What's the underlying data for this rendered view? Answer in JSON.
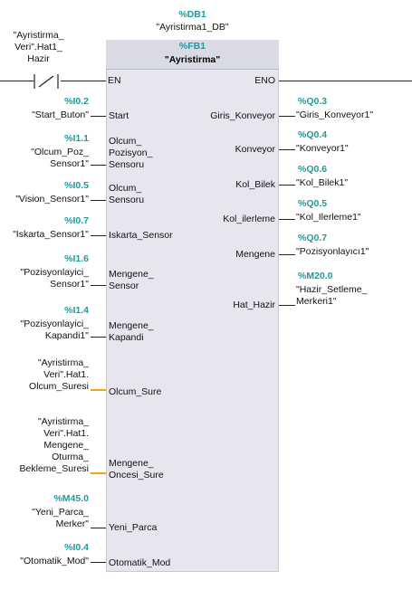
{
  "db": {
    "address": "%DB1",
    "name": "\"Ayristirma1_DB\""
  },
  "fb": {
    "address": "%FB1",
    "name": "\"Ayristirma\""
  },
  "contact": {
    "line1": "\"Ayristirma_",
    "line2": "Veri\".Hat1_",
    "line3": "Hazir"
  },
  "en_label": "EN",
  "eno_label": "ENO",
  "inputs": [
    {
      "address": "%I0.2",
      "tag1": "\"Start_Buton\"",
      "pin1": "Start"
    },
    {
      "address": "%I1.1",
      "tag1": "\"Olcum_Poz_",
      "tag2": "Sensor1\"",
      "pin1": "Olcum_",
      "pin2": "Pozisyon_",
      "pin3": "Sensoru"
    },
    {
      "address": "%I0.5",
      "tag1": "\"Vision_Sensor1\"",
      "pin1": "Olcum_",
      "pin2": "Sensoru"
    },
    {
      "address": "%I0.7",
      "tag1": "\"Iskarta_Sensor1\"",
      "pin1": "Iskarta_Sensor"
    },
    {
      "address": "%I1.6",
      "tag1": "\"Pozisyonlayici_",
      "tag2": "Sensor1\"",
      "pin1": "Mengene_",
      "pin2": "Sensor"
    },
    {
      "address": "%I1.4",
      "tag1": "\"Pozisyonlayici_",
      "tag2": "Kapandi1\"",
      "pin1": "Mengene_",
      "pin2": "Kapandi"
    },
    {
      "tag1": "\"Ayristirma_",
      "tag2": "Veri\".Hat1.",
      "tag3": "Olcum_Suresi",
      "pin1": "Olcum_Sure"
    },
    {
      "tag1": "\"Ayristirma_",
      "tag2": "Veri\".Hat1.",
      "tag3": "Mengene_",
      "tag4": "Oturma_",
      "tag5": "Bekleme_Suresi",
      "pin1": "Mengene_",
      "pin2": "Oncesi_Sure"
    },
    {
      "address": "%M45.0",
      "tag1": "\"Yeni_Parca_",
      "tag2": "Merker\"",
      "pin1": "Yeni_Parca"
    },
    {
      "address": "%I0.4",
      "tag1": "\"Otomatik_Mod\"",
      "pin1": "Otomatik_Mod"
    }
  ],
  "outputs": [
    {
      "address": "%Q0.3",
      "tag1": "\"Giris_Konveyor1\"",
      "pin1": "Giris_Konveyor"
    },
    {
      "address": "%Q0.4",
      "tag1": "\"Konveyor1\"",
      "pin1": "Konveyor"
    },
    {
      "address": "%Q0.6",
      "tag1": "\"Kol_Bilek1\"",
      "pin1": "Kol_Bilek"
    },
    {
      "address": "%Q0.5",
      "tag1": "\"Kol_Ilerleme1\"",
      "pin1": "Kol_ilerleme"
    },
    {
      "address": "%Q0.7",
      "tag1": "\"Pozisyonlayıcı1\"",
      "pin1": "Mengene"
    },
    {
      "address": "%M20.0",
      "tag1": "\"Hazir_Setleme_",
      "tag2": "Merkeri1\"",
      "pin1": "Hat_Hazir"
    }
  ]
}
